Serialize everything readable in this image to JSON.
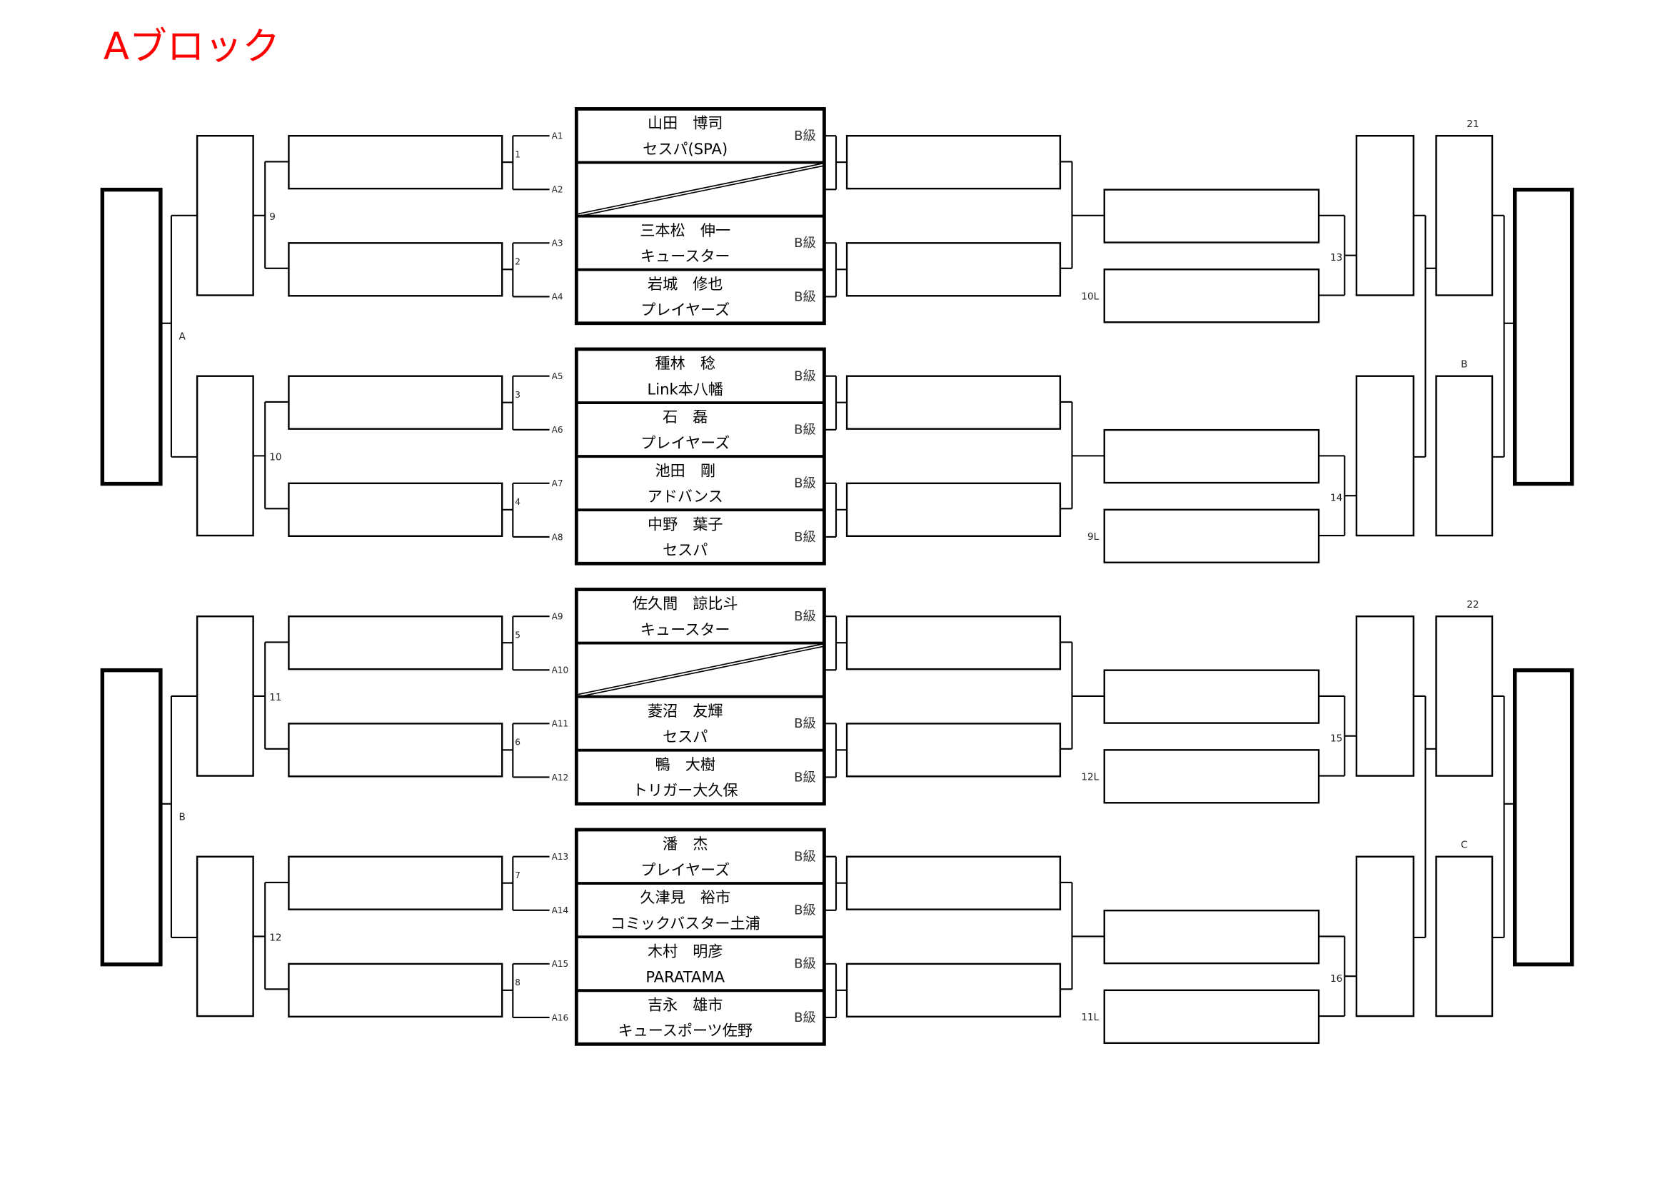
{
  "title": "Aブロック",
  "title_color": "#ff0000",
  "players": [
    {
      "seed": "A1",
      "name": "山田　博司",
      "team": "セスパ(SPA)",
      "grade": "B級"
    },
    {
      "seed": "A2",
      "bye": true
    },
    {
      "seed": "A3",
      "name": "三本松　伸一",
      "team": "キュースター",
      "grade": "B級"
    },
    {
      "seed": "A4",
      "name": "岩城　修也",
      "team": "プレイヤーズ",
      "grade": "B級"
    },
    {
      "seed": "A5",
      "name": "種林　稔",
      "team": "Link本八幡",
      "grade": "B級"
    },
    {
      "seed": "A6",
      "name": "石　磊",
      "team": "プレイヤーズ",
      "grade": "B級"
    },
    {
      "seed": "A7",
      "name": "池田　剛",
      "team": "アドバンス",
      "grade": "B級"
    },
    {
      "seed": "A8",
      "name": "中野　葉子",
      "team": "セスパ",
      "grade": "B級"
    },
    {
      "seed": "A9",
      "name": "佐久間　諒比斗",
      "team": "キュースター",
      "grade": "B級"
    },
    {
      "seed": "A10",
      "bye": true
    },
    {
      "seed": "A11",
      "name": "菱沼　友輝",
      "team": "セスパ",
      "grade": "B級"
    },
    {
      "seed": "A12",
      "name": "鴨　大樹",
      "team": "トリガー大久保",
      "grade": "B級"
    },
    {
      "seed": "A13",
      "name": "潘　杰",
      "team": "プレイヤーズ",
      "grade": "B級"
    },
    {
      "seed": "A14",
      "name": "久津見　裕市",
      "team": "コミックバスター土浦",
      "grade": "B級"
    },
    {
      "seed": "A15",
      "name": "木村　明彦",
      "team": "PARATAMA",
      "grade": "B級"
    },
    {
      "seed": "A16",
      "name": "吉永　雄市",
      "team": "キュースポーツ佐野",
      "grade": "B級"
    }
  ],
  "labels": {
    "round1": [
      "1",
      "2",
      "3",
      "4",
      "5",
      "6",
      "7",
      "8"
    ],
    "round2_left": [
      "9",
      "10",
      "11",
      "12"
    ],
    "final_left": [
      "A",
      "B"
    ],
    "losers": [
      "10L",
      "9L",
      "12L",
      "11L"
    ],
    "round3_right": [
      "13",
      "14",
      "15",
      "16"
    ],
    "round4_right": [
      "21",
      "B",
      "22",
      "C"
    ]
  }
}
